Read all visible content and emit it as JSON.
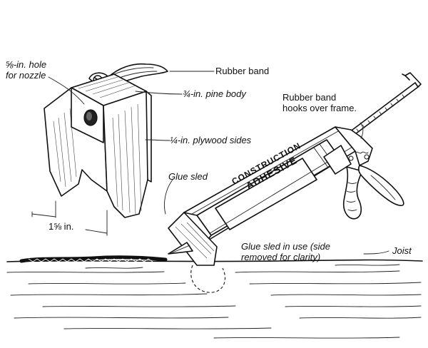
{
  "labels": {
    "hole": "⅝-in. hole for nozzle",
    "hole_line1": "⅝-in. hole",
    "hole_line2": "for nozzle",
    "rubber_band": "Rubber band",
    "pine_body": "¾-in. pine body",
    "plywood_sides": "¼-in. plywood sides",
    "glue_sled": "Glue sled",
    "dimension": "1⅝ in.",
    "rubber_band_hooks_line1": "Rubber band",
    "rubber_band_hooks_line2": "hooks over frame.",
    "glue_sled_in_use_line1": "Glue sled in use (side",
    "glue_sled_in_use_line2": "removed for clarity)",
    "joist": "Joist",
    "tube_line1": "CONSTRUCTION",
    "tube_line2": "ADHESIVE"
  },
  "colors": {
    "ink": "#111111",
    "paper": "#ffffff",
    "shade": "#444444"
  }
}
